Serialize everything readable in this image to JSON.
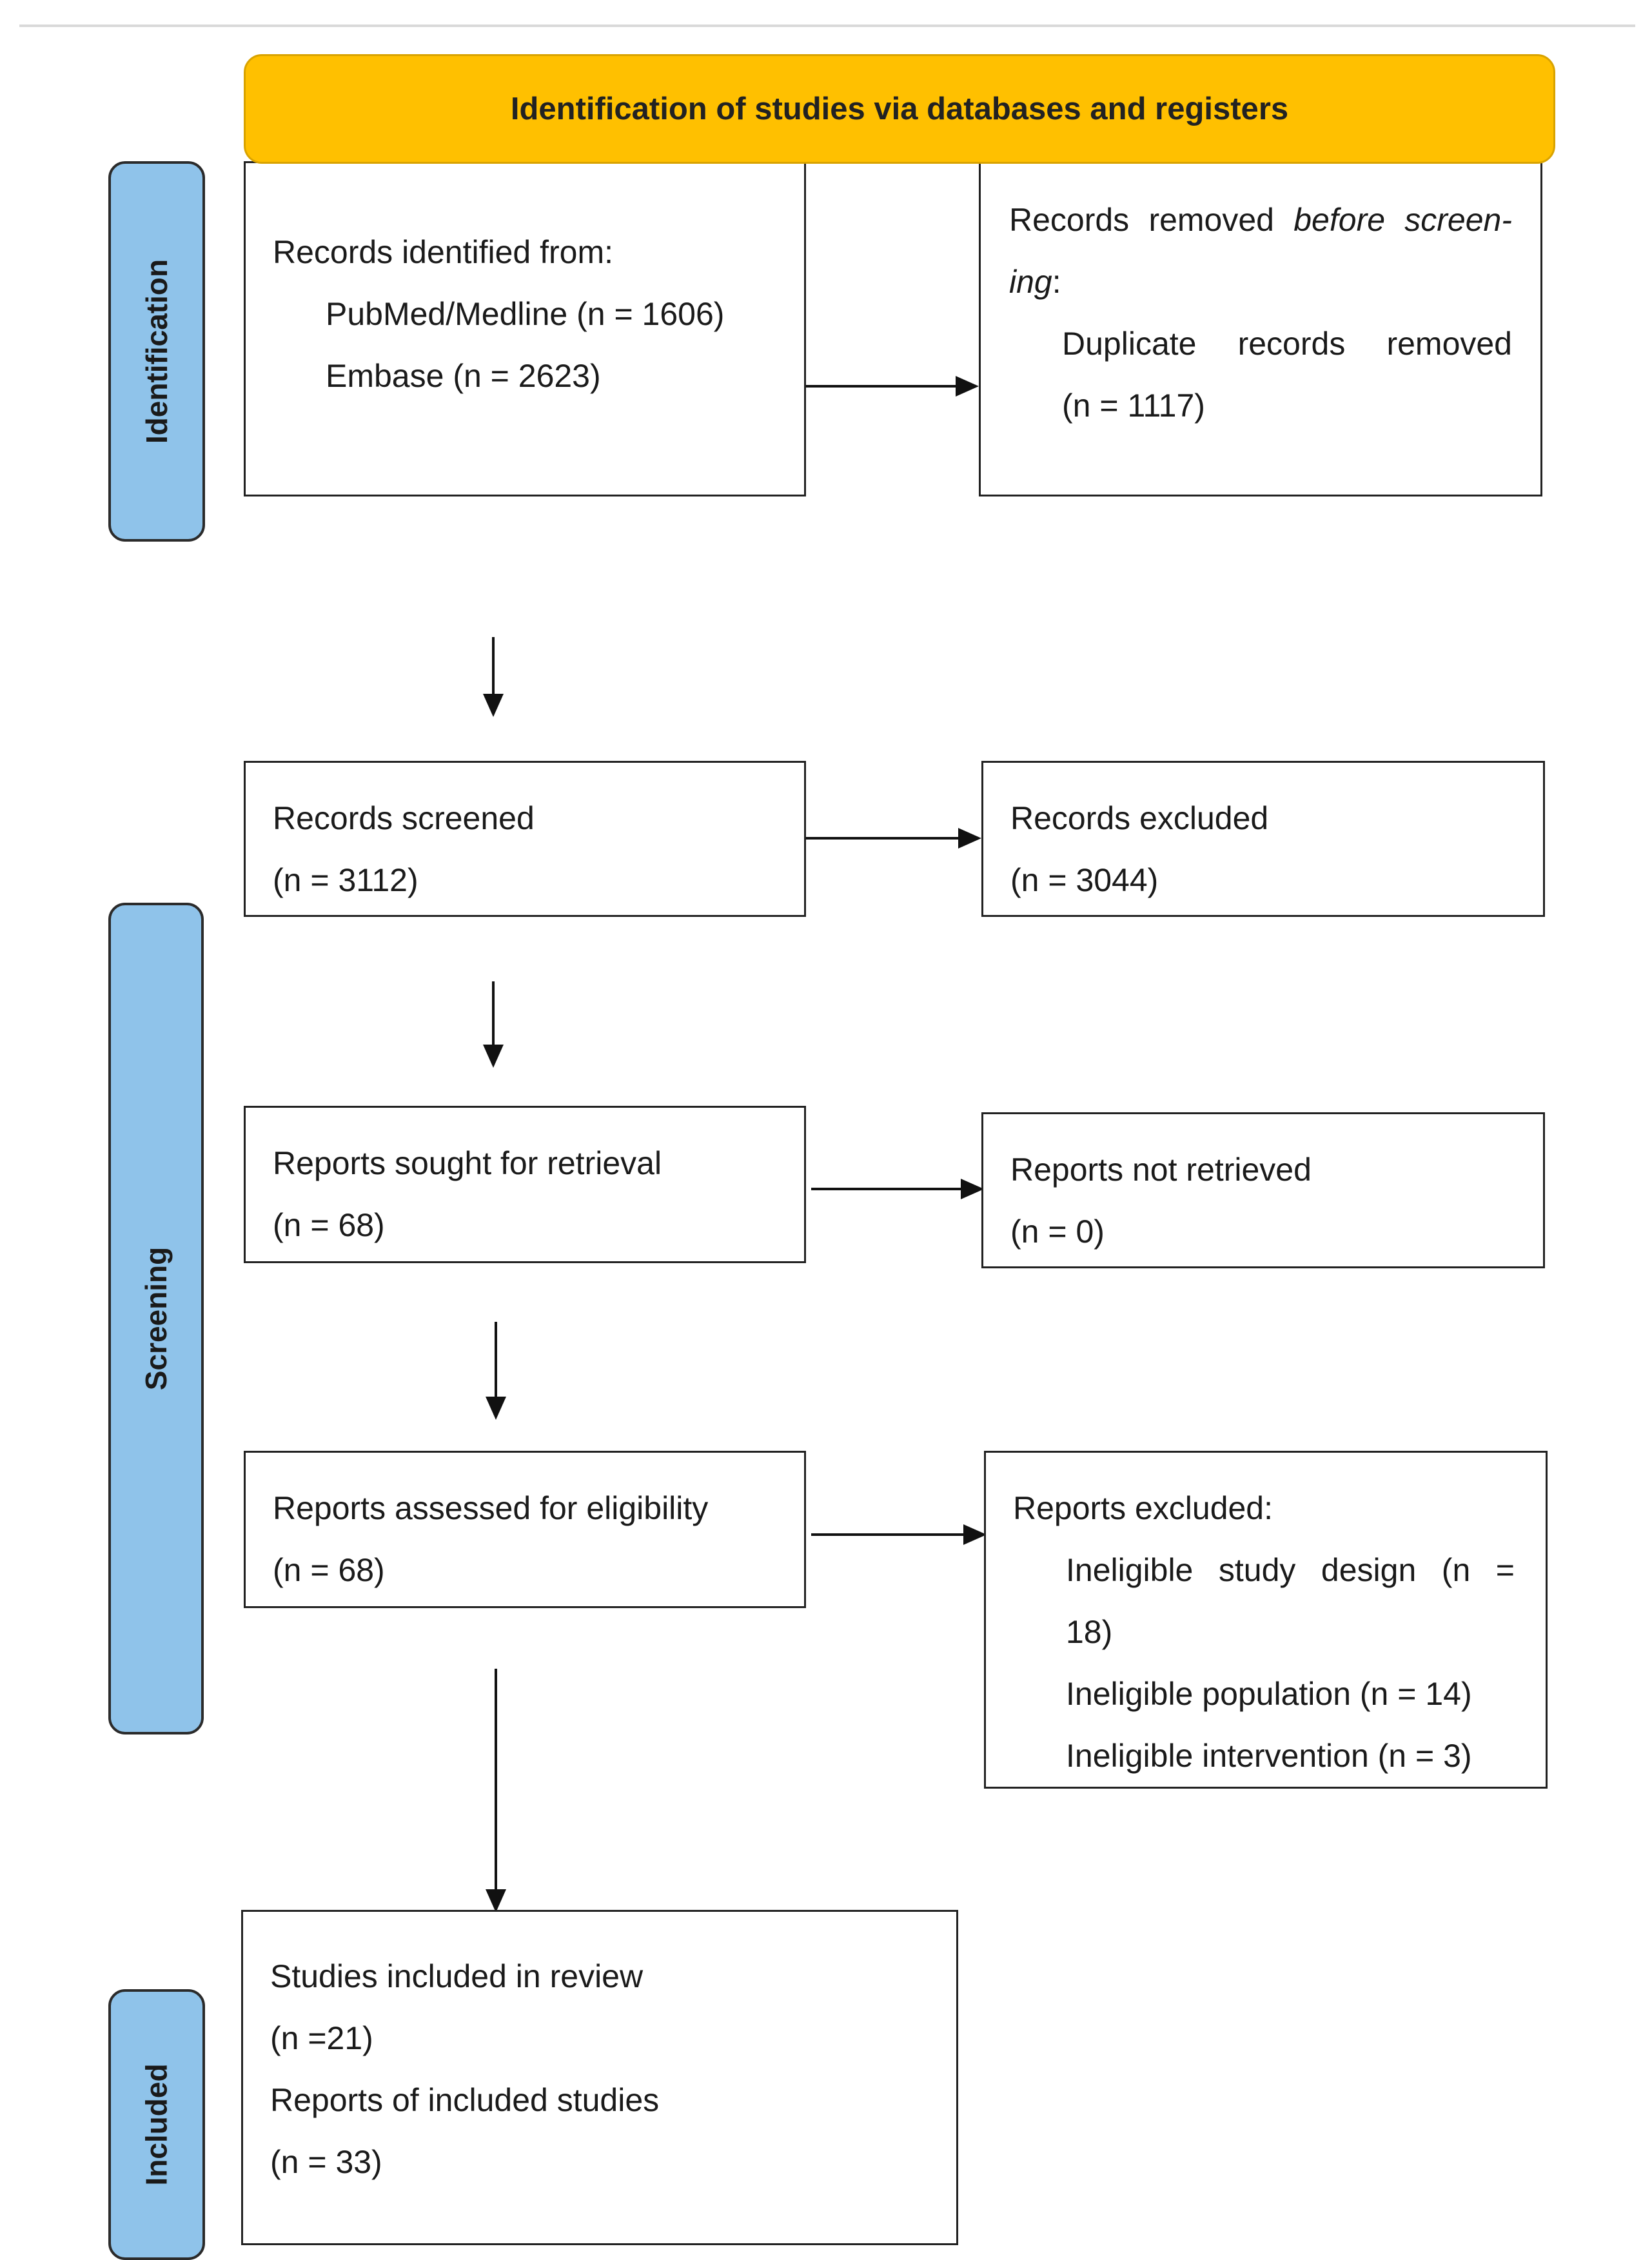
{
  "banner": {
    "title": "Identification of studies via databases and registers"
  },
  "phases": {
    "identification": "Identification",
    "screening": "Screening",
    "included": "Included"
  },
  "identified": {
    "heading": "Records identified from:",
    "sources": [
      "PubMed/Medline (n = 1606)",
      "Embase (n = 2623)"
    ]
  },
  "removed": {
    "prefix": "Records removed ",
    "emphasis_1": "before screen-",
    "emphasis_2": "ing",
    "suffix": ":",
    "line_1": "Duplicate records removed",
    "line_2": "(n = 1117)"
  },
  "screened": {
    "label": "Records screened",
    "count": "(n = 3112)"
  },
  "excluded": {
    "label": "Records excluded",
    "count": "(n = 3044)"
  },
  "sought": {
    "label": "Reports sought for retrieval",
    "count": "(n = 68)"
  },
  "not_retrieved": {
    "label": "Reports not retrieved",
    "count": "(n = 0)"
  },
  "assessed": {
    "label": "Reports assessed for eligibility",
    "count": "(n = 68)"
  },
  "reports_excluded": {
    "heading": "Reports excluded:",
    "design_line_1": "Ineligible study design (n =",
    "design_line_2": "18)",
    "population": "Ineligible population (n = 14)",
    "intervention": "Ineligible intervention (n = 3)"
  },
  "included": {
    "studies_label": "Studies included in review",
    "studies_count": "(n =21)",
    "reports_label": "Reports of included studies",
    "reports_count": "(n = 33)"
  }
}
